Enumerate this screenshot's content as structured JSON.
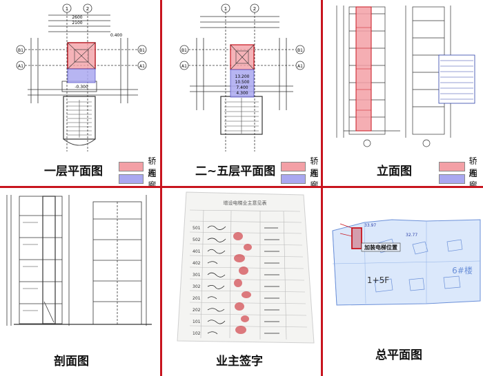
{
  "colors": {
    "divider": "#c8141e",
    "car": "#f3a0a6",
    "corridor": "#aaa8f0",
    "drawing_line": "#333333",
    "site_fill": "#dbe8fb",
    "site_line": "#6a8fd8"
  },
  "panels": {
    "floor1": {
      "caption": "一层平面图",
      "legend": [
        {
          "label": "轿厢",
          "color": "#f3a0a6"
        },
        {
          "label": "连廊",
          "color": "#aaa8f0"
        }
      ]
    },
    "floor2_5": {
      "caption": "二~五层平面图",
      "legend": [
        {
          "label": "轿厢",
          "color": "#f3a0a6"
        },
        {
          "label": "连廊",
          "color": "#aaa8f0"
        }
      ]
    },
    "elevation": {
      "caption": "立面图",
      "legend": [
        {
          "label": "轿厢",
          "color": "#f3a0a6"
        },
        {
          "label": "连廊",
          "color": "#aaa8f0"
        }
      ]
    },
    "section": {
      "caption": "剖面图"
    },
    "signatures": {
      "caption": "业主签字",
      "sheet_title": "增设电梯业主意见表",
      "rows": [
        "501",
        "502",
        "401",
        "402",
        "301",
        "302",
        "201",
        "202",
        "101",
        "102"
      ]
    },
    "site_plan": {
      "caption": "总平面图",
      "elevator_label": "加装电梯位置",
      "building_label": "1+5F",
      "building_no": "6#楼",
      "elev_a": "33.97",
      "elev_b": "32.77"
    }
  },
  "drawing_labels": {
    "axis1": "1",
    "axis2": "2",
    "axisB1": "B1",
    "axisA1": "A1",
    "dim_2600": "2600",
    "dim_2100": "2100",
    "elev_0": "-0.300",
    "elev_400": "0.400",
    "elev_2": "13.200",
    "elev_3": "10.500",
    "elev_4": "7.400",
    "elev_5": "4.300"
  }
}
